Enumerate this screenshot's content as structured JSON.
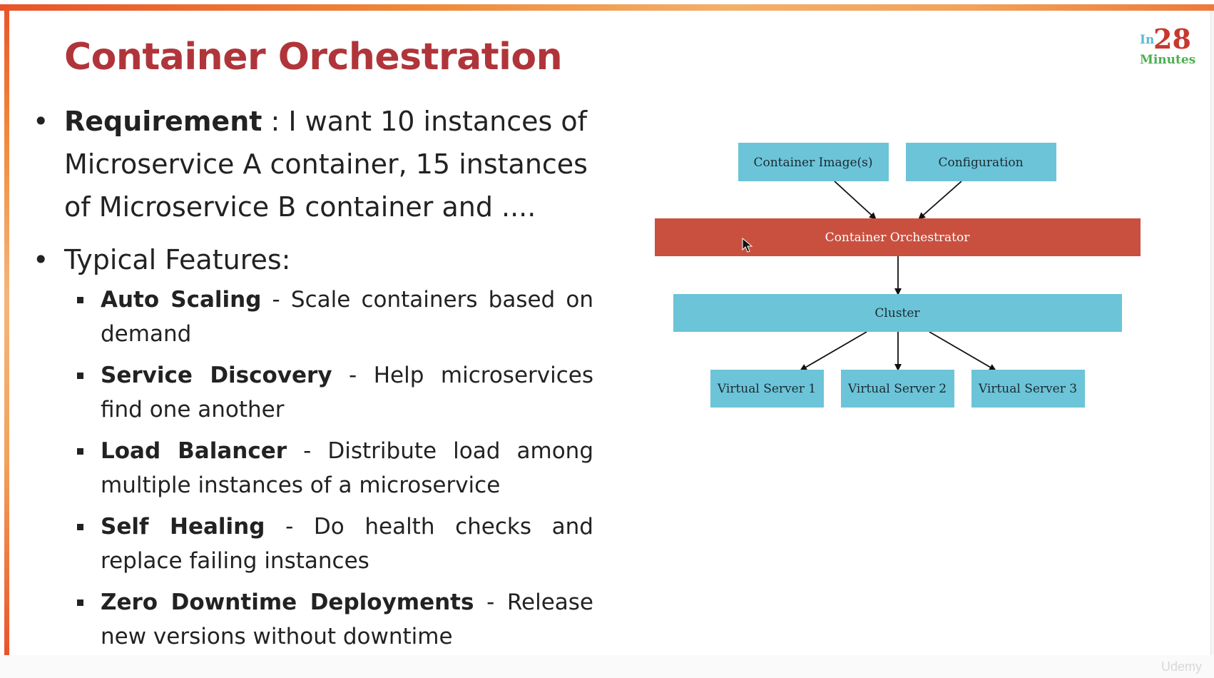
{
  "slide": {
    "title": "Container Orchestration",
    "logo": {
      "prefix": "In",
      "number": "28",
      "suffix": "Minutes"
    },
    "bullets": [
      {
        "bold": "Requirement",
        "rest": " : I want 10 instances of Microservice A container, 15 instances of Microservice B container and ...."
      },
      {
        "bold": "",
        "rest": "Typical Features:",
        "sub_items": [
          {
            "bold": "Auto Scaling",
            "rest": " - Scale containers based on demand"
          },
          {
            "bold": "Service Discovery",
            "rest": " - Help microservices find one another"
          },
          {
            "bold": "Load Balancer",
            "rest": " - Distribute load among multiple instances of a microservice"
          },
          {
            "bold": "Self Healing",
            "rest": " - Do health checks and replace failing instances"
          },
          {
            "bold": "Zero Downtime Deployments",
            "rest": " - Release new versions without downtime"
          }
        ]
      }
    ],
    "watermark": "Udemy"
  },
  "diagram": {
    "colors": {
      "blue": "#6cc4d8",
      "red": "#c9503f",
      "arrow": "#111111"
    },
    "nodes": {
      "container_images": "Container Image(s)",
      "configuration": "Configuration",
      "orchestrator": "Container Orchestrator",
      "cluster": "Cluster",
      "vs1": "Virtual Server 1",
      "vs2": "Virtual Server 2",
      "vs3": "Virtual Server 3"
    }
  }
}
